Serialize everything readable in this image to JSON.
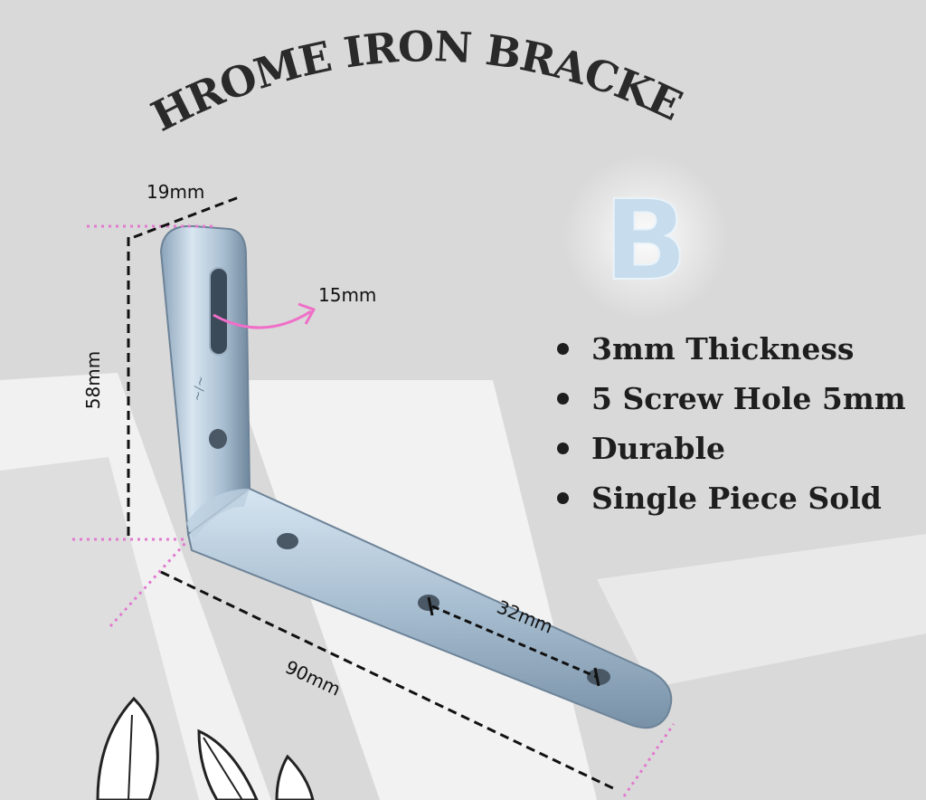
{
  "title": "CHROME IRON BRACKET",
  "badge_letter": "B",
  "features": [
    "3mm Thickness",
    "5 Screw Hole 5mm",
    "Durable",
    "Single Piece Sold"
  ],
  "dimensions": {
    "width_top": "19mm",
    "height": "58mm",
    "slot": "15mm",
    "hole_spacing": "32mm",
    "length": "90mm"
  },
  "colors": {
    "background": "#d9d9d9",
    "light_band": "#f2f2f2",
    "text": "#2a2a2a",
    "badge": "#c7dcec",
    "glow": "#ffffff",
    "guide_pink": "#e27ad0",
    "arrow_pink": "#f06ec8",
    "metal_light": "#cfe0ee",
    "metal_dark": "#7f97ad"
  }
}
